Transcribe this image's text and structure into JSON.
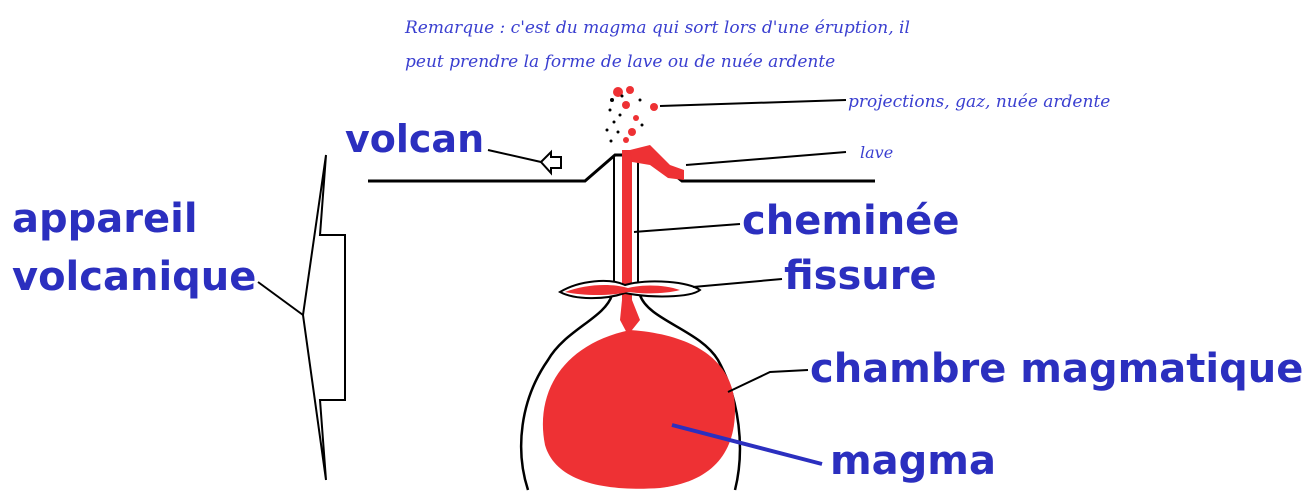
{
  "note": {
    "line1": "Remarque : c'est du magma qui sort lors d'une éruption, il",
    "line2": "peut prendre la forme de lave ou de nuée ardente"
  },
  "labels": {
    "projections": "projections, gaz, nuée ardente",
    "lave": "lave",
    "volcan": "volcan",
    "appareil_line1": "appareil",
    "appareil_line2": "volcanique",
    "cheminee": "cheminée",
    "fissure": "fissure",
    "chambre": "chambre magmatique",
    "magma": "magma"
  },
  "colors": {
    "label": "#2b2fbf",
    "magma": "#ee3134",
    "outline": "#000000"
  }
}
